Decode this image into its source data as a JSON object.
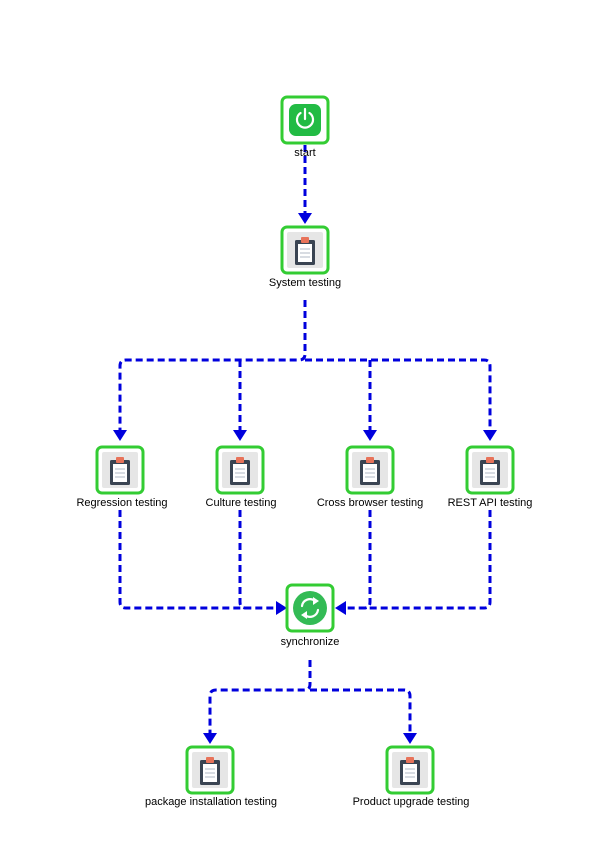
{
  "diagram": {
    "nodes": {
      "start": {
        "label": "start",
        "icon": "power-icon"
      },
      "system": {
        "label": "System testing",
        "icon": "clipboard-icon"
      },
      "regression": {
        "label": "Regression testing",
        "icon": "clipboard-icon"
      },
      "culture": {
        "label": "Culture testing",
        "icon": "clipboard-icon"
      },
      "crossbrowser": {
        "label": "Cross browser testing",
        "icon": "clipboard-icon"
      },
      "restapi": {
        "label": "REST API testing",
        "icon": "clipboard-icon"
      },
      "synchronize": {
        "label": "synchronize",
        "icon": "sync-icon"
      },
      "package": {
        "label": "package installation testing",
        "icon": "clipboard-icon"
      },
      "upgrade": {
        "label": "Product upgrade testing",
        "icon": "clipboard-icon"
      }
    },
    "colors": {
      "node_border": "#33cc33",
      "edge": "#0000dd",
      "start_fill": "#22bb44",
      "sync_fill": "#33bb55",
      "clipboard_body": "#3a4452",
      "clipboard_clip": "#e8735a"
    }
  }
}
